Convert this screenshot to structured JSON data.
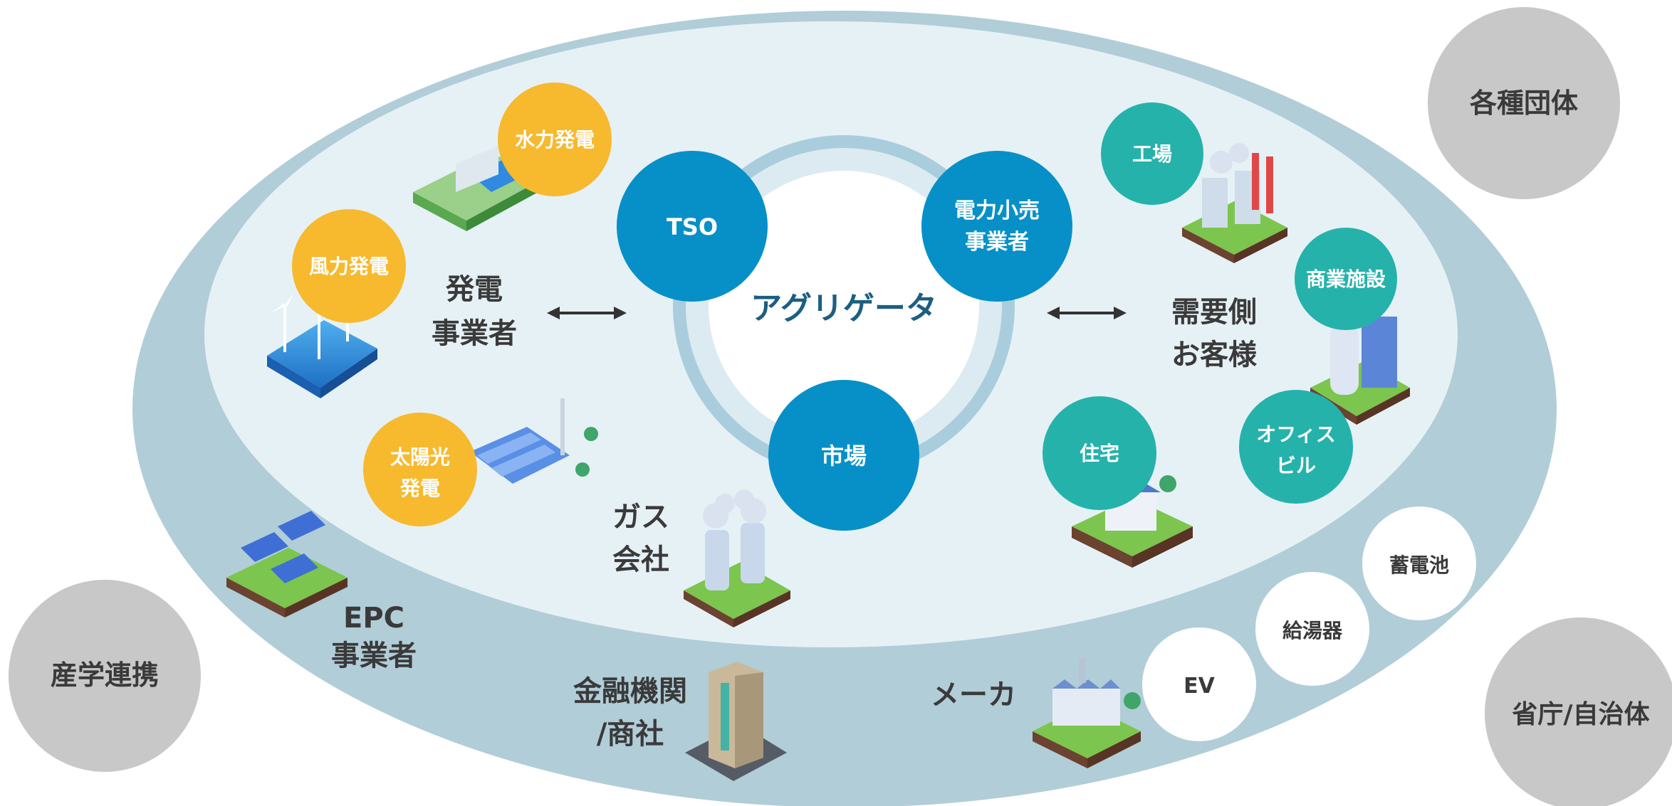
{
  "center": {
    "label": "アグリゲータ"
  },
  "inner_nodes": {
    "tso": "TSO",
    "retail": [
      "電力小売",
      "事業者"
    ],
    "market": "市場"
  },
  "supply": {
    "label": [
      "発電",
      "事業者"
    ],
    "hydro": "水力発電",
    "wind": "風力発電",
    "solar": [
      "太陽光",
      "発電"
    ]
  },
  "demand": {
    "label": [
      "需要側",
      "お客様"
    ],
    "factory": "工場",
    "commercial": "商業施設",
    "office": [
      "オフィス",
      "ビル"
    ],
    "house": "住宅"
  },
  "gas": [
    "ガス",
    "会社"
  ],
  "outer_ring": {
    "epc": [
      "EPC",
      "事業者"
    ],
    "finance": [
      "金融機関",
      "/商社"
    ],
    "maker": "メーカ",
    "products": {
      "ev": "EV",
      "water_heater": "給湯器",
      "battery": "蓄電池"
    }
  },
  "corner_groups": {
    "associations": "各種団体",
    "industry_academia": "産学連携",
    "government": "省庁/自治体"
  },
  "colors": {
    "outer_ellipse": "#b1cdd8",
    "inner_ellipse": "#e6f1f6",
    "ring": "#a7cbd9",
    "blue_node": "#0790c7",
    "yellow_node": "#f7b92e",
    "teal_node": "#25b2ab",
    "gray_node": "#c8c8c8",
    "text_dark": "#3a3a3a",
    "center_text": "#1b5f82"
  }
}
